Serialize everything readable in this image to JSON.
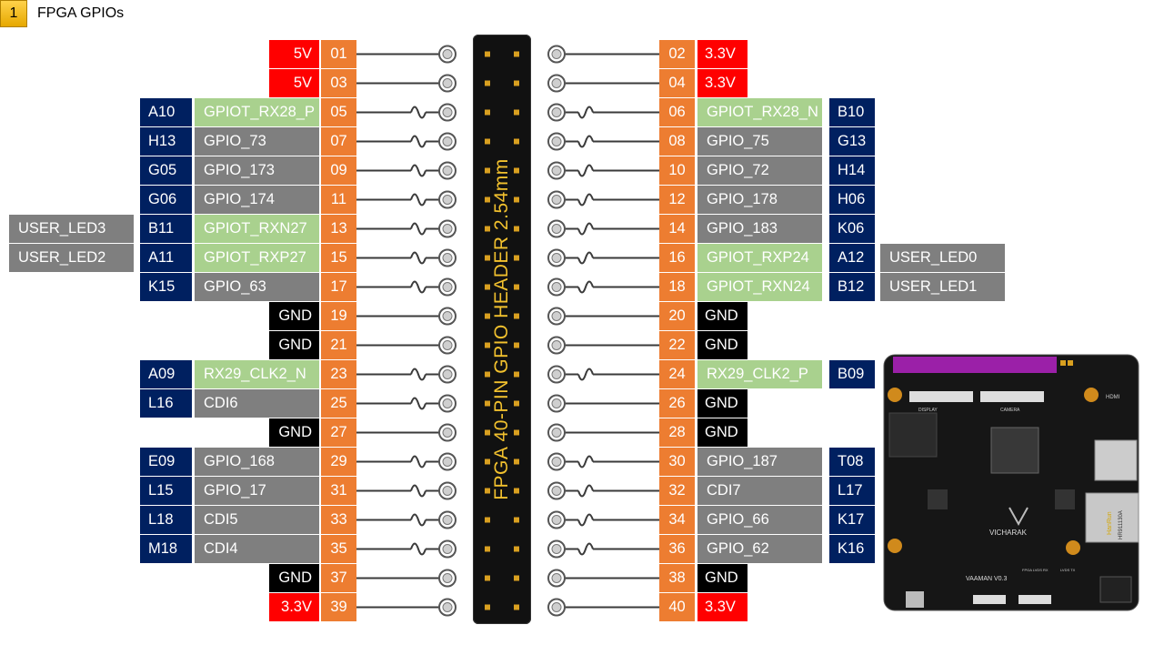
{
  "title": {
    "number": "1",
    "text": "FPGA GPIOs"
  },
  "header_label": "FPGA 40-PIN GPIO HEADER 2.54mm",
  "colors": {
    "pin": "#ed7d31",
    "power": "#ff0000",
    "gnd": "#000000",
    "differential": "#a9d18e",
    "gpio": "#7f7f7f",
    "ball": "#002060",
    "led": "#7f7f7f"
  },
  "rows": [
    {
      "left": {
        "pin": "01",
        "name": "5V",
        "kind": "power"
      },
      "right": {
        "pin": "02",
        "name": "3.3V",
        "kind": "power"
      }
    },
    {
      "left": {
        "pin": "03",
        "name": "5V",
        "kind": "power"
      },
      "right": {
        "pin": "04",
        "name": "3.3V",
        "kind": "power"
      }
    },
    {
      "left": {
        "pin": "05",
        "name": "GPIOT_RX28_P",
        "kind": "green",
        "ball": "A10"
      },
      "right": {
        "pin": "06",
        "name": "GPIOT_RX28_N",
        "kind": "green",
        "ball": "B10"
      }
    },
    {
      "left": {
        "pin": "07",
        "name": "GPIO_73",
        "kind": "gray",
        "ball": "H13"
      },
      "right": {
        "pin": "08",
        "name": "GPIO_75",
        "kind": "gray",
        "ball": "G13"
      }
    },
    {
      "left": {
        "pin": "09",
        "name": "GPIO_173",
        "kind": "gray",
        "ball": "G05"
      },
      "right": {
        "pin": "10",
        "name": "GPIO_72",
        "kind": "gray",
        "ball": "H14"
      }
    },
    {
      "left": {
        "pin": "11",
        "name": "GPIO_174",
        "kind": "gray",
        "ball": "G06"
      },
      "right": {
        "pin": "12",
        "name": "GPIO_178",
        "kind": "gray",
        "ball": "H06"
      }
    },
    {
      "left": {
        "pin": "13",
        "name": "GPIOT_RXN27",
        "kind": "green",
        "ball": "B11",
        "led": "USER_LED3"
      },
      "right": {
        "pin": "14",
        "name": "GPIO_183",
        "kind": "gray",
        "ball": "K06"
      }
    },
    {
      "left": {
        "pin": "15",
        "name": "GPIOT_RXP27",
        "kind": "green",
        "ball": "A11",
        "led": "USER_LED2"
      },
      "right": {
        "pin": "16",
        "name": "GPIOT_RXP24",
        "kind": "green",
        "ball": "A12",
        "led": "USER_LED0"
      }
    },
    {
      "left": {
        "pin": "17",
        "name": "GPIO_63",
        "kind": "gray",
        "ball": "K15"
      },
      "right": {
        "pin": "18",
        "name": "GPIOT_RXN24",
        "kind": "green",
        "ball": "B12",
        "led": "USER_LED1"
      }
    },
    {
      "left": {
        "pin": "19",
        "name": "GND",
        "kind": "gnd"
      },
      "right": {
        "pin": "20",
        "name": "GND",
        "kind": "gnd"
      }
    },
    {
      "left": {
        "pin": "21",
        "name": "GND",
        "kind": "gnd"
      },
      "right": {
        "pin": "22",
        "name": "GND",
        "kind": "gnd"
      }
    },
    {
      "left": {
        "pin": "23",
        "name": "RX29_CLK2_N",
        "kind": "green",
        "ball": "A09"
      },
      "right": {
        "pin": "24",
        "name": "RX29_CLK2_P",
        "kind": "green",
        "ball": "B09"
      }
    },
    {
      "left": {
        "pin": "25",
        "name": "CDI6",
        "kind": "gray",
        "ball": "L16"
      },
      "right": {
        "pin": "26",
        "name": "GND",
        "kind": "gnd"
      }
    },
    {
      "left": {
        "pin": "27",
        "name": "GND",
        "kind": "gnd"
      },
      "right": {
        "pin": "28",
        "name": "GND",
        "kind": "gnd"
      }
    },
    {
      "left": {
        "pin": "29",
        "name": "GPIO_168",
        "kind": "gray",
        "ball": "E09"
      },
      "right": {
        "pin": "30",
        "name": "GPIO_187",
        "kind": "gray",
        "ball": "T08"
      }
    },
    {
      "left": {
        "pin": "31",
        "name": "GPIO_17",
        "kind": "gray",
        "ball": "L15"
      },
      "right": {
        "pin": "32",
        "name": "CDI7",
        "kind": "gray",
        "ball": "L17"
      }
    },
    {
      "left": {
        "pin": "33",
        "name": "CDI5",
        "kind": "gray",
        "ball": "L18"
      },
      "right": {
        "pin": "34",
        "name": "GPIO_66",
        "kind": "gray",
        "ball": "K17"
      }
    },
    {
      "left": {
        "pin": "35",
        "name": "CDI4",
        "kind": "gray",
        "ball": "M18"
      },
      "right": {
        "pin": "36",
        "name": "GPIO_62",
        "kind": "gray",
        "ball": "K16"
      }
    },
    {
      "left": {
        "pin": "37",
        "name": "GND",
        "kind": "gnd"
      },
      "right": {
        "pin": "38",
        "name": "GND",
        "kind": "gnd"
      }
    },
    {
      "left": {
        "pin": "39",
        "name": "3.3V",
        "kind": "power"
      },
      "right": {
        "pin": "40",
        "name": "3.3V",
        "kind": "power"
      }
    }
  ],
  "board": {
    "brand": "VICHARAK",
    "model": "VAAMAN V0.3",
    "chip_brand": "HanRun",
    "chip_part": "HR911130A",
    "silk_hdmi": "HDMI",
    "silk_display": "DISPLAY",
    "silk_camera": "CAMERA",
    "silk_fpga_rx": "FPGA LVDS RX",
    "silk_fpga_tx": "LVDS TX"
  }
}
